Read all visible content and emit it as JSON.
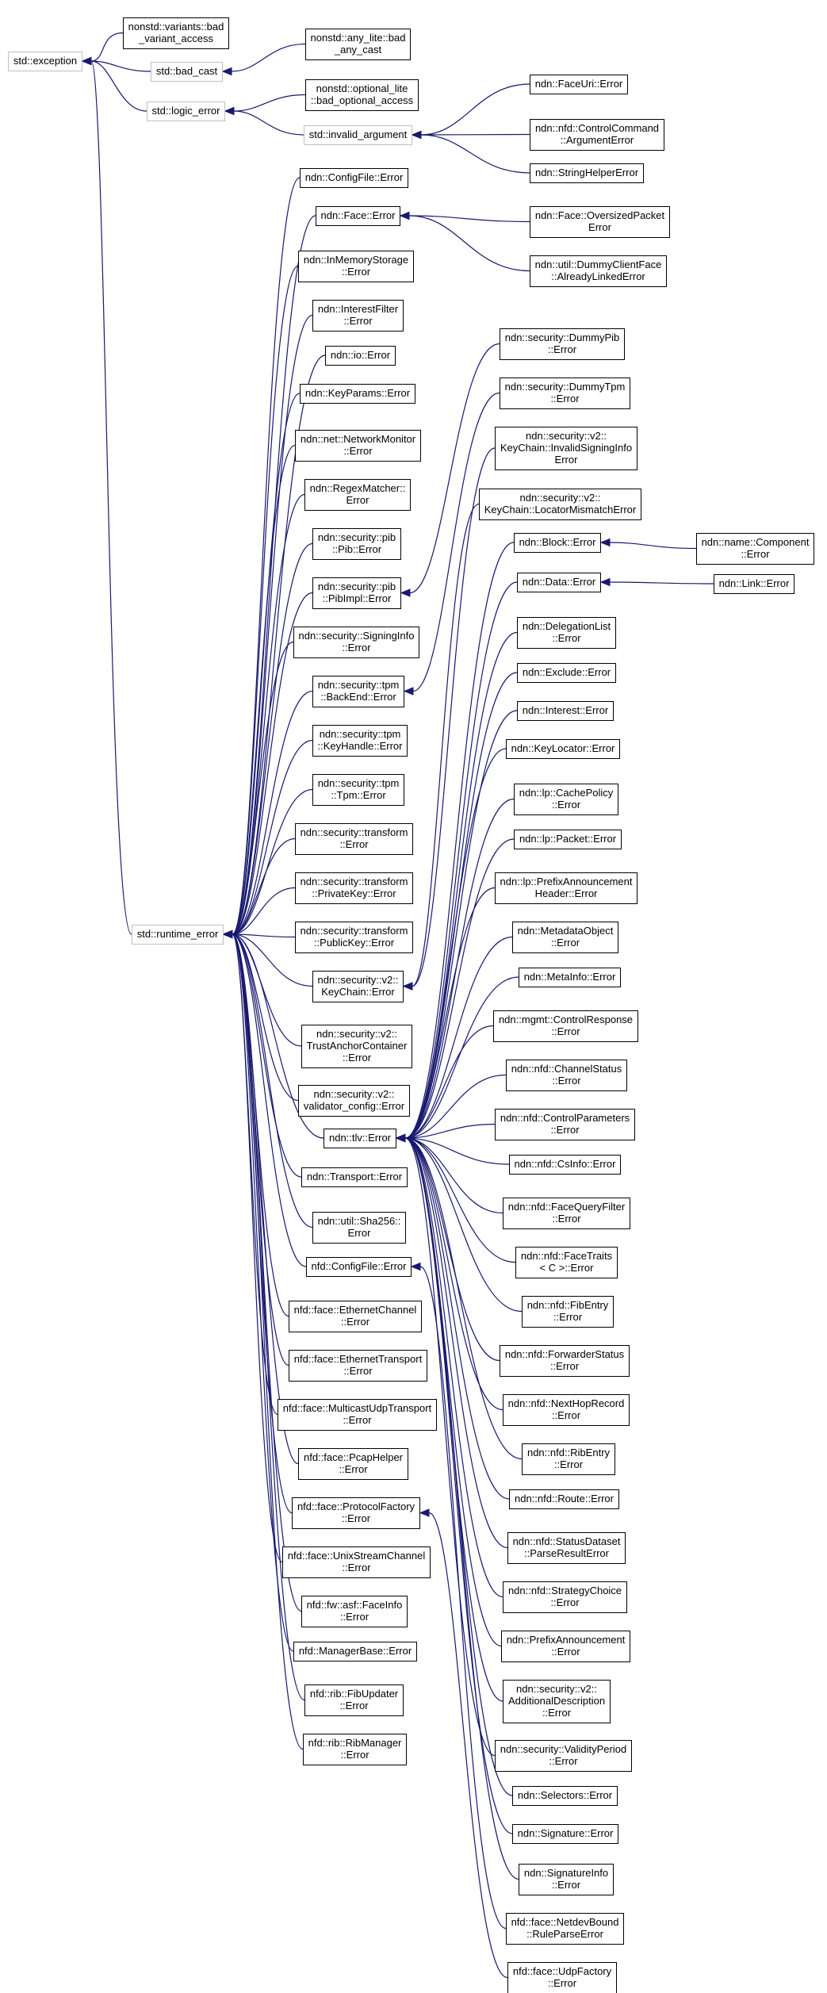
{
  "diagram": {
    "colors": {
      "edge": "#191970",
      "node_border": "#000000",
      "external_node_border": "#bfbfbf",
      "background": "#ffffff"
    },
    "nodes": [
      {
        "id": "std_exception",
        "lines": [
          "std::exception"
        ],
        "external": true
      },
      {
        "id": "variants_bad",
        "lines": [
          "nonstd::variants::bad",
          "_variant_access"
        ]
      },
      {
        "id": "std_bad_cast",
        "lines": [
          "std::bad_cast"
        ],
        "external": true
      },
      {
        "id": "any_lite_bad",
        "lines": [
          "nonstd::any_lite::bad",
          "_any_cast"
        ]
      },
      {
        "id": "std_logic_error",
        "lines": [
          "std::logic_error"
        ],
        "external": true
      },
      {
        "id": "optional_lite_bad",
        "lines": [
          "nonstd::optional_lite",
          "::bad_optional_access"
        ]
      },
      {
        "id": "std_invalid_argument",
        "lines": [
          "std::invalid_argument"
        ],
        "external": true
      },
      {
        "id": "faceuri_error",
        "lines": [
          "ndn::FaceUri::Error"
        ]
      },
      {
        "id": "controlcommand_argerror",
        "lines": [
          "ndn::nfd::ControlCommand",
          "::ArgumentError"
        ]
      },
      {
        "id": "stringhelper_error",
        "lines": [
          "ndn::StringHelperError"
        ]
      },
      {
        "id": "std_runtime_error",
        "lines": [
          "std::runtime_error"
        ],
        "external": true
      },
      {
        "id": "configfile_error",
        "lines": [
          "ndn::ConfigFile::Error"
        ]
      },
      {
        "id": "face_error",
        "lines": [
          "ndn::Face::Error"
        ]
      },
      {
        "id": "face_oversized",
        "lines": [
          "ndn::Face::OversizedPacket",
          "Error"
        ]
      },
      {
        "id": "dummyclientface_error",
        "lines": [
          "ndn::util::DummyClientFace",
          "::AlreadyLinkedError"
        ]
      },
      {
        "id": "inmemorystorage_error",
        "lines": [
          "ndn::InMemoryStorage",
          "::Error"
        ]
      },
      {
        "id": "interestfilter_error",
        "lines": [
          "ndn::InterestFilter",
          "::Error"
        ]
      },
      {
        "id": "io_error",
        "lines": [
          "ndn::io::Error"
        ]
      },
      {
        "id": "keyparams_error",
        "lines": [
          "ndn::KeyParams::Error"
        ]
      },
      {
        "id": "networkmonitor_error",
        "lines": [
          "ndn::net::NetworkMonitor",
          "::Error"
        ]
      },
      {
        "id": "regexmatcher_error",
        "lines": [
          "ndn::RegexMatcher::",
          "Error"
        ]
      },
      {
        "id": "pib_error",
        "lines": [
          "ndn::security::pib",
          "::Pib::Error"
        ]
      },
      {
        "id": "pibimpl_error",
        "lines": [
          "ndn::security::pib",
          "::PibImpl::Error"
        ]
      },
      {
        "id": "signinginfo_error",
        "lines": [
          "ndn::security::SigningInfo",
          "::Error"
        ]
      },
      {
        "id": "tpm_backend_error",
        "lines": [
          "ndn::security::tpm",
          "::BackEnd::Error"
        ]
      },
      {
        "id": "tpm_keyhandle_error",
        "lines": [
          "ndn::security::tpm",
          "::KeyHandle::Error"
        ]
      },
      {
        "id": "tpm_tpm_error",
        "lines": [
          "ndn::security::tpm",
          "::Tpm::Error"
        ]
      },
      {
        "id": "transform_error",
        "lines": [
          "ndn::security::transform",
          "::Error"
        ]
      },
      {
        "id": "transform_privatekey_error",
        "lines": [
          "ndn::security::transform",
          "::PrivateKey::Error"
        ]
      },
      {
        "id": "transform_publickey_error",
        "lines": [
          "ndn::security::transform",
          "::PublicKey::Error"
        ]
      },
      {
        "id": "keychain_error",
        "lines": [
          "ndn::security::v2::",
          "KeyChain::Error"
        ]
      },
      {
        "id": "trustanchor_error",
        "lines": [
          "ndn::security::v2::",
          "TrustAnchorContainer",
          "::Error"
        ]
      },
      {
        "id": "validatorconfig_error",
        "lines": [
          "ndn::security::v2::",
          "validator_config::Error"
        ]
      },
      {
        "id": "tlv_error",
        "lines": [
          "ndn::tlv::Error"
        ]
      },
      {
        "id": "transport_error",
        "lines": [
          "ndn::Transport::Error"
        ]
      },
      {
        "id": "sha256_error",
        "lines": [
          "ndn::util::Sha256::",
          "Error"
        ]
      },
      {
        "id": "nfd_configfile_error",
        "lines": [
          "nfd::ConfigFile::Error"
        ]
      },
      {
        "id": "ethernetchannel_error",
        "lines": [
          "nfd::face::EthernetChannel",
          "::Error"
        ]
      },
      {
        "id": "ethernettransport_error",
        "lines": [
          "nfd::face::EthernetTransport",
          "::Error"
        ]
      },
      {
        "id": "multicastudp_error",
        "lines": [
          "nfd::face::MulticastUdpTransport",
          "::Error"
        ]
      },
      {
        "id": "pcaphelper_error",
        "lines": [
          "nfd::face::PcapHelper",
          "::Error"
        ]
      },
      {
        "id": "protocolfactory_error",
        "lines": [
          "nfd::face::ProtocolFactory",
          "::Error"
        ]
      },
      {
        "id": "unixstream_error",
        "lines": [
          "nfd::face::UnixStreamChannel",
          "::Error"
        ]
      },
      {
        "id": "faceinfo_error",
        "lines": [
          "nfd::fw::asf::FaceInfo",
          "::Error"
        ]
      },
      {
        "id": "managerbase_error",
        "lines": [
          "nfd::ManagerBase::Error"
        ]
      },
      {
        "id": "fibupdater_error",
        "lines": [
          "nfd::rib::FibUpdater",
          "::Error"
        ]
      },
      {
        "id": "ribmanager_error",
        "lines": [
          "nfd::rib::RibManager",
          "::Error"
        ]
      },
      {
        "id": "dummypib_error",
        "lines": [
          "ndn::security::DummyPib",
          "::Error"
        ]
      },
      {
        "id": "dummytpm_error",
        "lines": [
          "ndn::security::DummyTpm",
          "::Error"
        ]
      },
      {
        "id": "invalidsigninginfo_error",
        "lines": [
          "ndn::security::v2::",
          "KeyChain::InvalidSigningInfo",
          "Error"
        ]
      },
      {
        "id": "locatormismatch_error",
        "lines": [
          "ndn::security::v2::",
          "KeyChain::LocatorMismatchError"
        ]
      },
      {
        "id": "block_error",
        "lines": [
          "ndn::Block::Error"
        ]
      },
      {
        "id": "name_component_error",
        "lines": [
          "ndn::name::Component",
          "::Error"
        ]
      },
      {
        "id": "data_error",
        "lines": [
          "ndn::Data::Error"
        ]
      },
      {
        "id": "link_error",
        "lines": [
          "ndn::Link::Error"
        ]
      },
      {
        "id": "delegationlist_error",
        "lines": [
          "ndn::DelegationList",
          "::Error"
        ]
      },
      {
        "id": "exclude_error",
        "lines": [
          "ndn::Exclude::Error"
        ]
      },
      {
        "id": "interest_error",
        "lines": [
          "ndn::Interest::Error"
        ]
      },
      {
        "id": "keylocator_error",
        "lines": [
          "ndn::KeyLocator::Error"
        ]
      },
      {
        "id": "cachepolicy_error",
        "lines": [
          "ndn::lp::CachePolicy",
          "::Error"
        ]
      },
      {
        "id": "lp_packet_error",
        "lines": [
          "ndn::lp::Packet::Error"
        ]
      },
      {
        "id": "prefixannouncementheader_error",
        "lines": [
          "ndn::lp::PrefixAnnouncement",
          "Header::Error"
        ]
      },
      {
        "id": "metadataobject_error",
        "lines": [
          "ndn::MetadataObject",
          "::Error"
        ]
      },
      {
        "id": "metainfo_error",
        "lines": [
          "ndn::MetaInfo::Error"
        ]
      },
      {
        "id": "controlresponse_error",
        "lines": [
          "ndn::mgmt::ControlResponse",
          "::Error"
        ]
      },
      {
        "id": "channelstatus_error",
        "lines": [
          "ndn::nfd::ChannelStatus",
          "::Error"
        ]
      },
      {
        "id": "controlparameters_error",
        "lines": [
          "ndn::nfd::ControlParameters",
          "::Error"
        ]
      },
      {
        "id": "csinfo_error",
        "lines": [
          "ndn::nfd::CsInfo::Error"
        ]
      },
      {
        "id": "facequeryfilter_error",
        "lines": [
          "ndn::nfd::FaceQueryFilter",
          "::Error"
        ]
      },
      {
        "id": "facetraits_error",
        "lines": [
          "ndn::nfd::FaceTraits",
          "< C >::Error"
        ]
      },
      {
        "id": "fibentry_error",
        "lines": [
          "ndn::nfd::FibEntry",
          "::Error"
        ]
      },
      {
        "id": "forwarderstatus_error",
        "lines": [
          "ndn::nfd::ForwarderStatus",
          "::Error"
        ]
      },
      {
        "id": "nexthoprecord_error",
        "lines": [
          "ndn::nfd::NextHopRecord",
          "::Error"
        ]
      },
      {
        "id": "ribentry_error",
        "lines": [
          "ndn::nfd::RibEntry",
          "::Error"
        ]
      },
      {
        "id": "route_error",
        "lines": [
          "ndn::nfd::Route::Error"
        ]
      },
      {
        "id": "statusdataset_error",
        "lines": [
          "ndn::nfd::StatusDataset",
          "::ParseResultError"
        ]
      },
      {
        "id": "strategychoice_error",
        "lines": [
          "ndn::nfd::StrategyChoice",
          "::Error"
        ]
      },
      {
        "id": "prefixannouncement_error",
        "lines": [
          "ndn::PrefixAnnouncement",
          "::Error"
        ]
      },
      {
        "id": "additionaldescription_error",
        "lines": [
          "ndn::security::v2::",
          "AdditionalDescription",
          "::Error"
        ]
      },
      {
        "id": "validityperiod_error",
        "lines": [
          "ndn::security::ValidityPeriod",
          "::Error"
        ]
      },
      {
        "id": "selectors_error",
        "lines": [
          "ndn::Selectors::Error"
        ]
      },
      {
        "id": "signature_error",
        "lines": [
          "ndn::Signature::Error"
        ]
      },
      {
        "id": "signatureinfo_error",
        "lines": [
          "ndn::SignatureInfo",
          "::Error"
        ]
      },
      {
        "id": "netdevbound_error",
        "lines": [
          "nfd::face::NetdevBound",
          "::RuleParseError"
        ]
      },
      {
        "id": "udpfactory_error",
        "lines": [
          "nfd::face::UdpFactory",
          "::Error"
        ]
      }
    ],
    "edges": [
      [
        "variants_bad",
        "std_exception"
      ],
      [
        "std_bad_cast",
        "std_exception"
      ],
      [
        "std_logic_error",
        "std_exception"
      ],
      [
        "std_runtime_error",
        "std_exception"
      ],
      [
        "any_lite_bad",
        "std_bad_cast"
      ],
      [
        "optional_lite_bad",
        "std_logic_error"
      ],
      [
        "std_invalid_argument",
        "std_logic_error"
      ],
      [
        "faceuri_error",
        "std_invalid_argument"
      ],
      [
        "controlcommand_argerror",
        "std_invalid_argument"
      ],
      [
        "stringhelper_error",
        "std_invalid_argument"
      ],
      [
        "configfile_error",
        "std_runtime_error"
      ],
      [
        "face_error",
        "std_runtime_error"
      ],
      [
        "inmemorystorage_error",
        "std_runtime_error"
      ],
      [
        "interestfilter_error",
        "std_runtime_error"
      ],
      [
        "io_error",
        "std_runtime_error"
      ],
      [
        "keyparams_error",
        "std_runtime_error"
      ],
      [
        "networkmonitor_error",
        "std_runtime_error"
      ],
      [
        "regexmatcher_error",
        "std_runtime_error"
      ],
      [
        "pib_error",
        "std_runtime_error"
      ],
      [
        "pibimpl_error",
        "std_runtime_error"
      ],
      [
        "signinginfo_error",
        "std_runtime_error"
      ],
      [
        "tpm_backend_error",
        "std_runtime_error"
      ],
      [
        "tpm_keyhandle_error",
        "std_runtime_error"
      ],
      [
        "tpm_tpm_error",
        "std_runtime_error"
      ],
      [
        "transform_error",
        "std_runtime_error"
      ],
      [
        "transform_privatekey_error",
        "std_runtime_error"
      ],
      [
        "transform_publickey_error",
        "std_runtime_error"
      ],
      [
        "keychain_error",
        "std_runtime_error"
      ],
      [
        "trustanchor_error",
        "std_runtime_error"
      ],
      [
        "validatorconfig_error",
        "std_runtime_error"
      ],
      [
        "tlv_error",
        "std_runtime_error"
      ],
      [
        "transport_error",
        "std_runtime_error"
      ],
      [
        "sha256_error",
        "std_runtime_error"
      ],
      [
        "nfd_configfile_error",
        "std_runtime_error"
      ],
      [
        "ethernetchannel_error",
        "std_runtime_error"
      ],
      [
        "ethernettransport_error",
        "std_runtime_error"
      ],
      [
        "multicastudp_error",
        "std_runtime_error"
      ],
      [
        "pcaphelper_error",
        "std_runtime_error"
      ],
      [
        "protocolfactory_error",
        "std_runtime_error"
      ],
      [
        "unixstream_error",
        "std_runtime_error"
      ],
      [
        "faceinfo_error",
        "std_runtime_error"
      ],
      [
        "managerbase_error",
        "std_runtime_error"
      ],
      [
        "fibupdater_error",
        "std_runtime_error"
      ],
      [
        "ribmanager_error",
        "std_runtime_error"
      ],
      [
        "face_oversized",
        "face_error"
      ],
      [
        "dummyclientface_error",
        "face_error"
      ],
      [
        "dummypib_error",
        "pibimpl_error"
      ],
      [
        "dummytpm_error",
        "tpm_backend_error"
      ],
      [
        "invalidsigninginfo_error",
        "keychain_error"
      ],
      [
        "locatormismatch_error",
        "keychain_error"
      ],
      [
        "name_component_error",
        "block_error"
      ],
      [
        "link_error",
        "data_error"
      ],
      [
        "block_error",
        "tlv_error"
      ],
      [
        "data_error",
        "tlv_error"
      ],
      [
        "delegationlist_error",
        "tlv_error"
      ],
      [
        "exclude_error",
        "tlv_error"
      ],
      [
        "interest_error",
        "tlv_error"
      ],
      [
        "keylocator_error",
        "tlv_error"
      ],
      [
        "cachepolicy_error",
        "tlv_error"
      ],
      [
        "lp_packet_error",
        "tlv_error"
      ],
      [
        "prefixannouncementheader_error",
        "tlv_error"
      ],
      [
        "metadataobject_error",
        "tlv_error"
      ],
      [
        "metainfo_error",
        "tlv_error"
      ],
      [
        "controlresponse_error",
        "tlv_error"
      ],
      [
        "channelstatus_error",
        "tlv_error"
      ],
      [
        "controlparameters_error",
        "tlv_error"
      ],
      [
        "csinfo_error",
        "tlv_error"
      ],
      [
        "facequeryfilter_error",
        "tlv_error"
      ],
      [
        "facetraits_error",
        "tlv_error"
      ],
      [
        "fibentry_error",
        "tlv_error"
      ],
      [
        "forwarderstatus_error",
        "tlv_error"
      ],
      [
        "nexthoprecord_error",
        "tlv_error"
      ],
      [
        "ribentry_error",
        "tlv_error"
      ],
      [
        "route_error",
        "tlv_error"
      ],
      [
        "statusdataset_error",
        "tlv_error"
      ],
      [
        "strategychoice_error",
        "tlv_error"
      ],
      [
        "prefixannouncement_error",
        "tlv_error"
      ],
      [
        "additionaldescription_error",
        "tlv_error"
      ],
      [
        "validityperiod_error",
        "tlv_error"
      ],
      [
        "selectors_error",
        "tlv_error"
      ],
      [
        "signature_error",
        "tlv_error"
      ],
      [
        "signatureinfo_error",
        "tlv_error"
      ],
      [
        "netdevbound_error",
        "nfd_configfile_error"
      ],
      [
        "udpfactory_error",
        "protocolfactory_error"
      ]
    ]
  }
}
